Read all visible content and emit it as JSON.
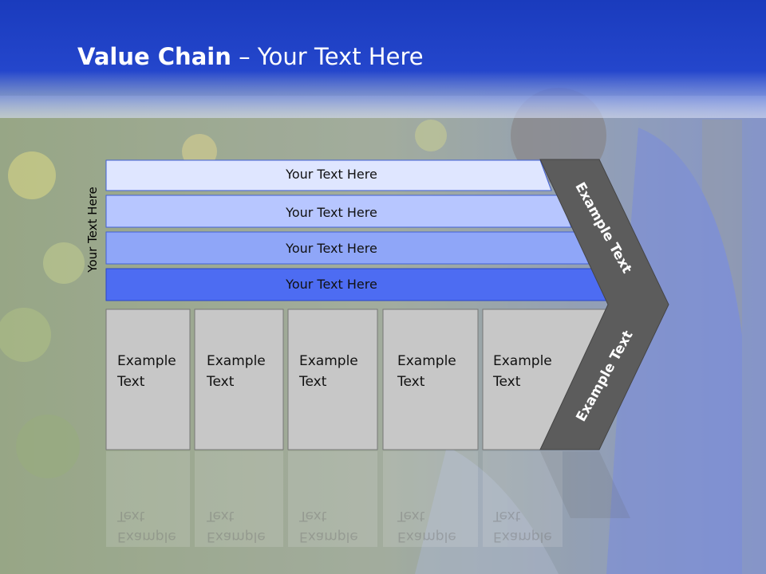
{
  "slide": {
    "title_bold": "Value Chain",
    "title_rest": " – Your Text Here",
    "side_label": "Your Text Here",
    "bands": [
      "Your Text Here",
      "Your Text Here",
      "Your Text Here",
      "Your Text Here"
    ],
    "columns": [
      {
        "line1": "Example",
        "line2": "Text"
      },
      {
        "line1": "Example",
        "line2": "Text"
      },
      {
        "line1": "Example",
        "line2": "Text"
      },
      {
        "line1": "Example",
        "line2": "Text"
      },
      {
        "line1": "Example",
        "line2": "Text"
      }
    ],
    "chevron_top": "Example Text",
    "chevron_bottom": "Example Text"
  },
  "colors": {
    "header_blue": "#1e3fbf",
    "band1": "#dfe6ff",
    "band2": "#b7c6ff",
    "band3": "#8fa6f8",
    "band4": "#4d6cf2",
    "column_gray": "#c7c7c7",
    "chevron_gray": "#5c5c5c"
  }
}
